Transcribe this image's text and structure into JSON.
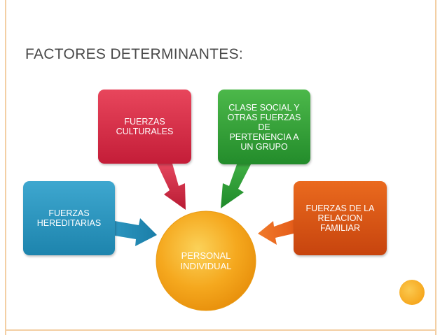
{
  "slide": {
    "title": "FACTORES DETERMINANTES:"
  },
  "diagram": {
    "center": "PERSONAL\nINDIVIDUAL",
    "boxes": {
      "culturales": "FUERZAS\nCULTURALES",
      "social": "CLASE SOCIAL Y\nOTRAS FUERZAS\nDE\nPERTENENCIA A\nUN GRUPO",
      "hereditarias": "FUERZAS\nHEREDITARIAS",
      "familiar": "FUERZAS DE LA\nRELACION\nFAMILIAR"
    }
  },
  "colors": {
    "culturales": "#d7304a",
    "social": "#34a23a",
    "hereditarias": "#2a93bd",
    "familiar": "#dc5818",
    "center": "#f4a51c",
    "frame": "#f3cfa4"
  }
}
